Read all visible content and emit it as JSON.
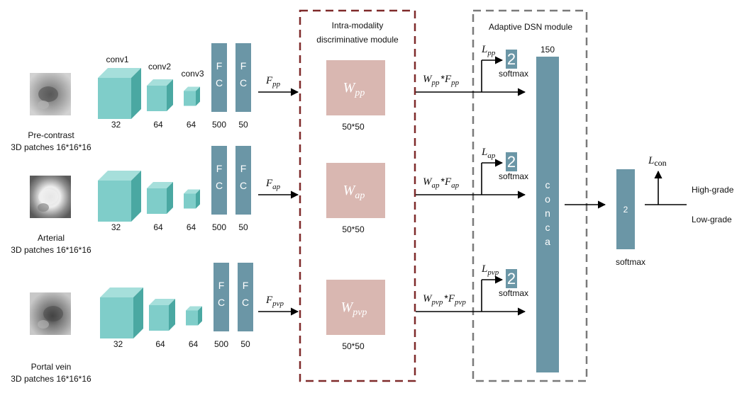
{
  "rows": [
    {
      "id": "pre-contrast",
      "phase": "Pre-contrast",
      "patch": "3D patches 16*16*16",
      "conv_labels": [
        "conv1",
        "conv2",
        "conv3"
      ],
      "conv_sizes": [
        "32",
        "64",
        "64"
      ],
      "fc_letters": [
        "F",
        "C"
      ],
      "fc_sizes": [
        "500",
        "50"
      ],
      "feature_base": "F",
      "feature_sub": "pp",
      "weight_base": "W",
      "weight_sub": "pp",
      "weight_dim": "50*50",
      "out_w_sub": "pp",
      "out_f_sub": "pp",
      "loss_base": "L",
      "loss_sub": "pp",
      "dsn_value": "2",
      "dsn_label": "softmax"
    },
    {
      "id": "arterial",
      "phase": "Arterial",
      "patch": "3D patches 16*16*16",
      "conv_labels": [],
      "conv_sizes": [
        "32",
        "64",
        "64"
      ],
      "fc_letters": [
        "F",
        "C"
      ],
      "fc_sizes": [
        "500",
        "50"
      ],
      "feature_base": "F",
      "feature_sub": "ap",
      "weight_base": "W",
      "weight_sub": "ap",
      "weight_dim": "50*50",
      "out_w_sub": "ap",
      "out_f_sub": "ap",
      "loss_base": "L",
      "loss_sub": "ap",
      "dsn_value": "2",
      "dsn_label": "softmax"
    },
    {
      "id": "portal-vein",
      "phase": "Portal vein",
      "patch": "3D patches 16*16*16",
      "conv_labels": [],
      "conv_sizes": [
        "32",
        "64",
        "64"
      ],
      "fc_letters": [
        "F",
        "C"
      ],
      "fc_sizes": [
        "500",
        "50"
      ],
      "feature_base": "F",
      "feature_sub": "pvp",
      "weight_base": "W",
      "weight_sub": "pvp",
      "weight_dim": "50*50",
      "out_w_sub": "pvp",
      "out_f_sub": "pvp",
      "loss_base": "L",
      "loss_sub": "pvp",
      "dsn_value": "2",
      "dsn_label": "softmax"
    }
  ],
  "intra_module": {
    "line1": "Intra-modality",
    "line2": "discriminative module"
  },
  "dsn_module": {
    "title": "Adaptive DSN module"
  },
  "concat": {
    "size": "150",
    "letters": [
      "c",
      "o",
      "n",
      "c",
      "a"
    ]
  },
  "final": {
    "value": "2",
    "label": "softmax",
    "loss_base": "L",
    "loss_sub": "con",
    "class_high": "High-grade",
    "class_low": "Low-grade"
  },
  "operator": "*",
  "colors": {
    "conv_front": "#7fcdc9",
    "conv_top": "#a6dfdb",
    "conv_side": "#4aa8a2",
    "fc": "#6b96a6",
    "weight": "#d9b7b1",
    "intra_border": "#7f2a2a",
    "dsn_border": "#7a7a7a"
  }
}
